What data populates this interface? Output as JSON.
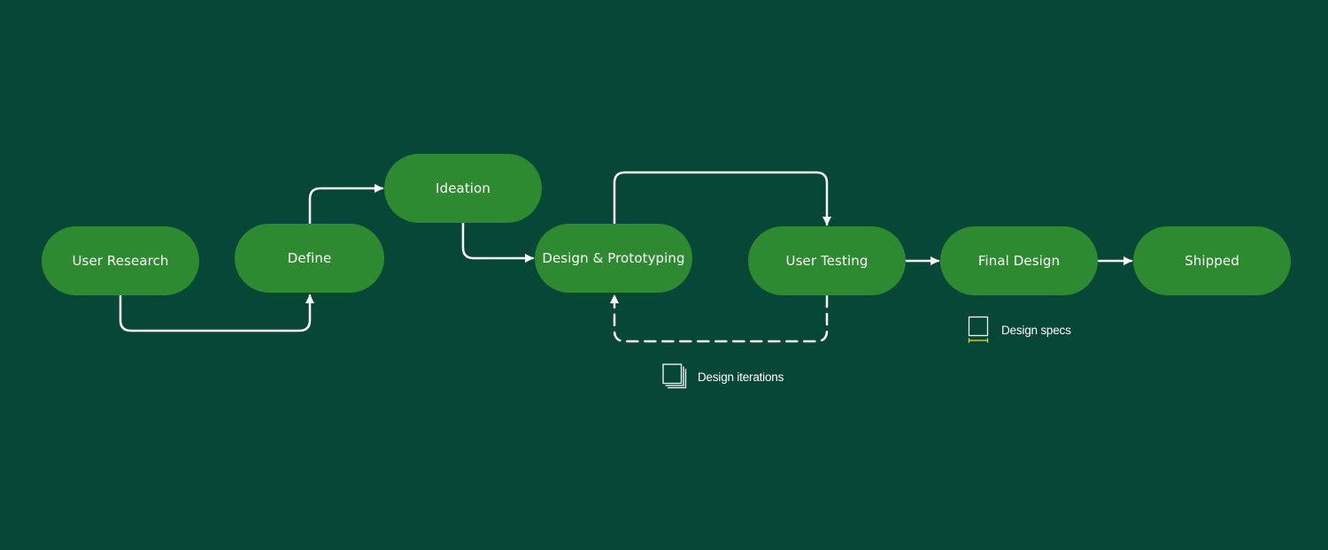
{
  "colors": {
    "background": "#064737",
    "node_fill": "#2e8a30",
    "connector": "#ffffff",
    "text": "#ffffff",
    "spec_accent": "#e8e23a"
  },
  "nodes": {
    "user_research": "User Research",
    "define": "Define",
    "ideation": "Ideation",
    "design_prototyping": "Design & Prototyping",
    "user_testing": "User Testing",
    "final_design": "Final Design",
    "shipped": "Shipped"
  },
  "annotations": {
    "design_iterations": {
      "label": "Design iterations",
      "icon": "stacked-pages-icon"
    },
    "design_specs": {
      "label": "Design specs",
      "icon": "spec-frame-icon"
    }
  },
  "edges": [
    {
      "from": "User Research",
      "to": "Define",
      "style": "solid"
    },
    {
      "from": "Define",
      "to": "Ideation",
      "style": "solid"
    },
    {
      "from": "Ideation",
      "to": "Design & Prototyping",
      "style": "solid"
    },
    {
      "from": "Design & Prototyping",
      "to": "User Testing",
      "style": "solid"
    },
    {
      "from": "User Testing",
      "to": "Design & Prototyping",
      "style": "dashed"
    },
    {
      "from": "User Testing",
      "to": "Final Design",
      "style": "solid"
    },
    {
      "from": "Final Design",
      "to": "Shipped",
      "style": "solid"
    }
  ]
}
